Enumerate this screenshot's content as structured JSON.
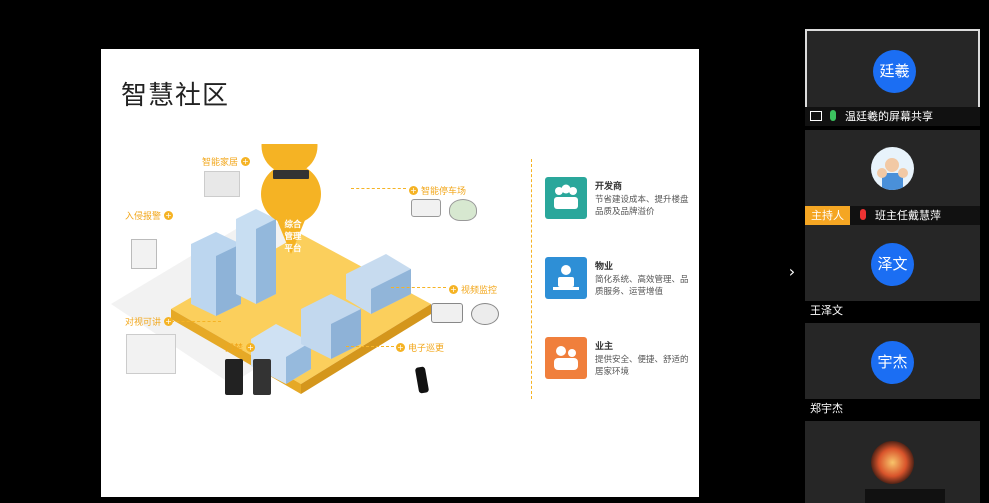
{
  "slide": {
    "title": "智慧社区",
    "platform_label": "综合\n管理\n平台",
    "features": {
      "smart_home": "智能家居",
      "parking": "智能停车场",
      "intrusion_alarm": "入侵报警",
      "video_monitor": "视频监控",
      "intercom": "对视可讲",
      "access_control": "门禁",
      "patrol": "电子巡更"
    },
    "roles": [
      {
        "name": "开发商",
        "desc": "节省建设成本、提升楼盘品质及品牌溢价"
      },
      {
        "name": "物业",
        "desc": "简化系统、高效管理、品质服务、运营增值"
      },
      {
        "name": "业主",
        "desc": "提供安全、便捷、舒适的居家环境"
      }
    ],
    "colors": {
      "teal": "#2aa79b",
      "blue": "#2e8fd6",
      "orange": "#f07f3c",
      "yellow": "#f5b324"
    }
  },
  "participants": [
    {
      "avatar": "廷羲",
      "name": "温廷羲的屏幕共享",
      "active": true
    },
    {
      "avatar": "",
      "name": "班主任戴慧萍",
      "host_label": "主持人"
    },
    {
      "avatar": "泽文",
      "name": "王泽文"
    },
    {
      "avatar": "宇杰",
      "name": "郑宇杰"
    },
    {
      "avatar": "",
      "name": ""
    }
  ]
}
